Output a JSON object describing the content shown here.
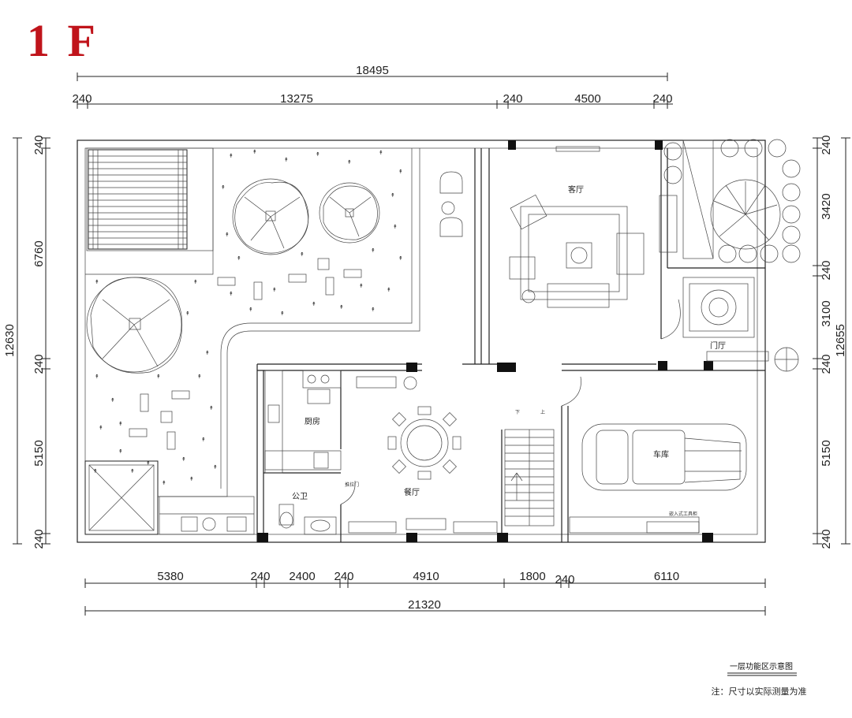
{
  "title": "1 F",
  "dimensions": {
    "top": {
      "overall": "18495",
      "segments": [
        "240",
        "13275",
        "240",
        "4500",
        "240"
      ]
    },
    "bottom": {
      "segments": [
        "5380",
        "240",
        "2400",
        "240",
        "4910",
        "1800",
        "240",
        "6110"
      ],
      "overall": "21320"
    },
    "left": {
      "overall": "12630",
      "segments": [
        "240",
        "6760",
        "240",
        "5150",
        "240"
      ]
    },
    "right": {
      "overall": "12655",
      "segments": [
        "240",
        "3420",
        "240",
        "3100",
        "240",
        "5150",
        "240"
      ]
    }
  },
  "rooms": {
    "living_room": "客厅",
    "foyer": "门厅",
    "kitchen": "厨房",
    "dining_room": "餐厅",
    "garage": "车库",
    "public_bathroom": "公卫"
  },
  "small_labels": {
    "sliding_door": "推拉门",
    "upstairs": "上",
    "downstairs": "下",
    "garage_note": "嵌入式工具柜"
  },
  "caption": "一层功能区示意图",
  "note": "注：尺寸以实际测量为准",
  "colors": {
    "heading": "#c0141b",
    "lines": "#222222",
    "columns": "#111111"
  }
}
